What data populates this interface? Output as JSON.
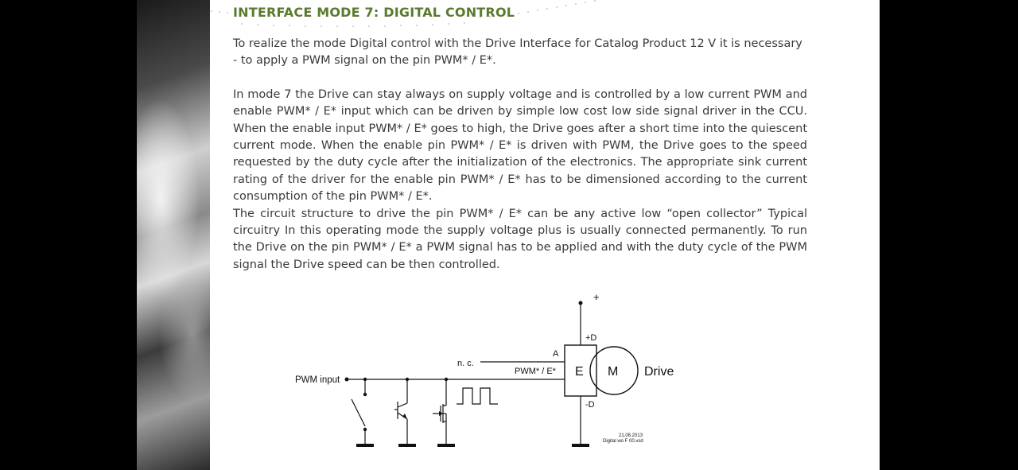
{
  "heading": "INTERFACE MODE 7: DIGITAL CONTROL",
  "intro": [
    "To realize the mode Digital control with the Drive Interface for Catalog Product 12 V it is necessary",
    "- to apply a PWM signal on the pin PWM* / E*."
  ],
  "paragraph_mode7": "In mode 7 the Drive can stay always on supply voltage and is controlled by a low current PWM and enable PWM* / E* input which can be driven by simple low cost low side signal driver in the CCU. When the enable input PWM* / E* goes to high, the Drive goes after a short time into the quiescent current mode. When the enable pin PWM* / E* is driven with PWM, the Drive goes to the speed requested by the duty cycle after the initialization of the electronics. The appropriate sink current rating of the driver for the enable pin PWM* / E* has to be dimensioned according to the current consumption of the pin PWM* / E*.",
  "paragraph_circuit": "The circuit structure to drive the pin PWM* / E* can be any active low “open collector” Typical circuitry In this operating mode the supply voltage plus is usually connected permanently. To run the Drive on the pin PWM* / E* a PWM signal has to be applied and with the duty cycle of the PWM signal the Drive speed can be then controlled.",
  "diagram": {
    "plus": "+",
    "plus_d": "+D",
    "minus_d": "-D",
    "pin_a": "A",
    "nc": "n. c.",
    "pwm_pin": "PWM* / E*",
    "e": "E",
    "m": "M",
    "drive": "Drive",
    "pwm_input": "PWM input",
    "date": "21.08.2013",
    "file": "Digital wo F 00.vsd"
  }
}
